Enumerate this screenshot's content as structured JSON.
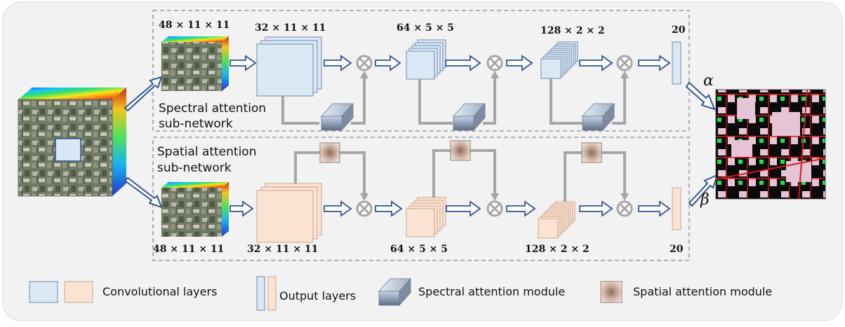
{
  "colors": {
    "background_panel": "#f2f2f2",
    "conv_spectral": "#dae8f6",
    "conv_spatial": "#fbe3d3",
    "layer_stroke": "#6f8aa8",
    "arrow_stroke": "#2f5597",
    "connector_gray": "#a6a6a6",
    "dashed_box": "#9a9a9a"
  },
  "spectral_branch": {
    "label": "Spectral attention sub-network",
    "dims": {
      "input": "48 × 11 × 11",
      "conv1": "32 × 11 × 11",
      "conv2": "64 × 5 × 5",
      "conv3": "128 × 2 × 2",
      "output": "20"
    },
    "weight": "α"
  },
  "spatial_branch": {
    "label": "Spatial attention sub-network",
    "dims": {
      "input": "48 × 11 × 11",
      "conv1": "32 × 11 × 11",
      "conv2": "64 × 5 × 5",
      "conv3": "128 × 2 × 2",
      "output": "20"
    },
    "weight": "β"
  },
  "legend": {
    "conv": "Convolutional layers",
    "output": "Output layers",
    "spectral": "Spectral attention module",
    "spatial": "Spatial attention module"
  },
  "icons": {
    "multiply": "circled-times-icon",
    "input_cube": "hyperspectral-cube-icon",
    "result_map": "classification-map-icon",
    "spectral_module": "gray-prism-icon",
    "spatial_module": "gradient-square-icon"
  }
}
